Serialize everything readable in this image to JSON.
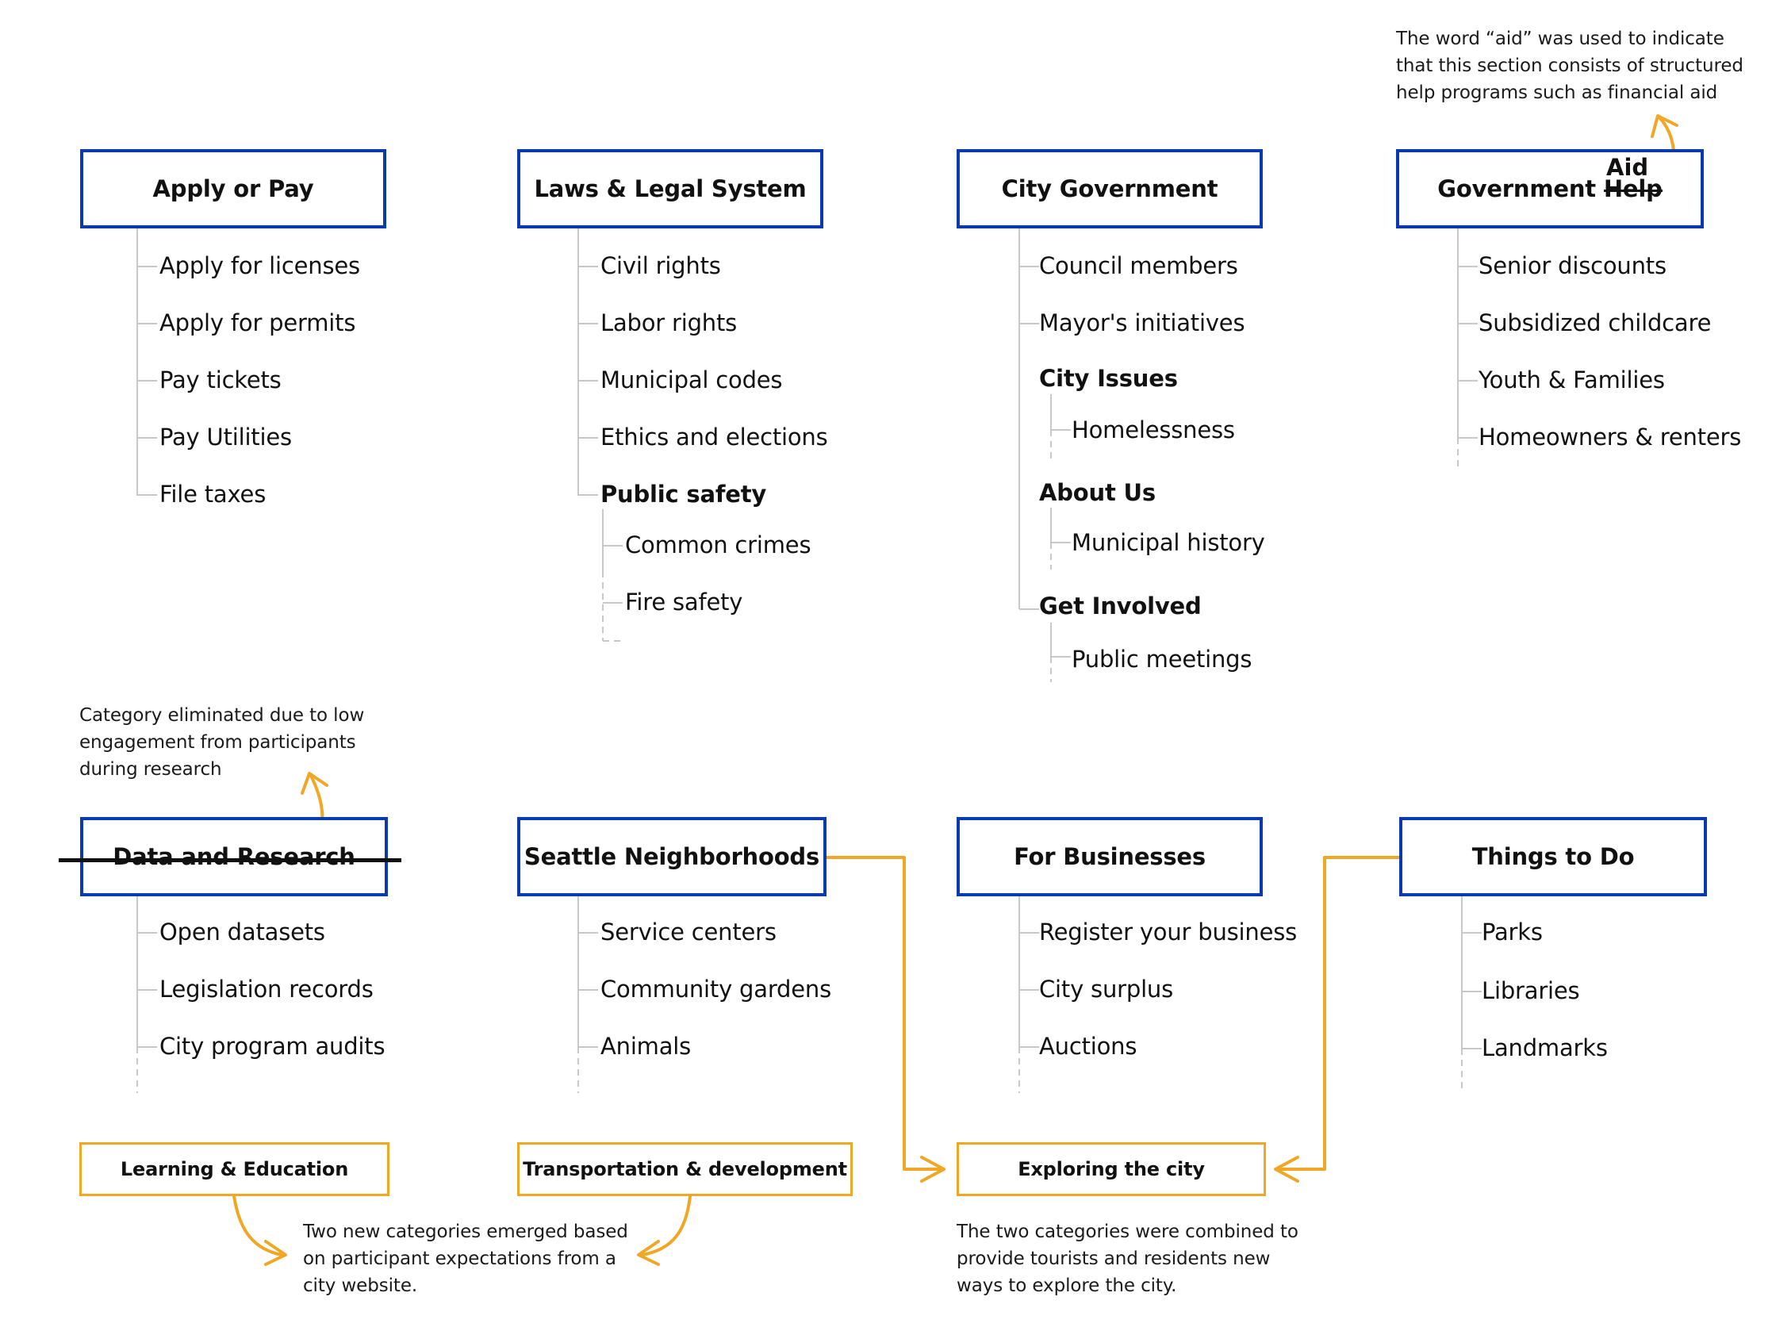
{
  "colors": {
    "category_border": "#0a3ab0",
    "annotation": "#f0a726",
    "tree_line": "#c8c8c8",
    "text": "#111111"
  },
  "categories": {
    "apply": {
      "title": "Apply or Pay",
      "items": [
        "Apply for licenses",
        "Apply for permits",
        "Pay tickets",
        "Pay Utilities",
        "File taxes"
      ]
    },
    "laws": {
      "title": "Laws & Legal System",
      "items": [
        "Civil rights",
        "Labor rights",
        "Municipal codes",
        "Ethics and elections"
      ],
      "group": "Public safety",
      "group_items": [
        "Common crimes",
        "Fire safety"
      ]
    },
    "citygov": {
      "title": "City Government",
      "items": [
        "Council members",
        "Mayor's initiatives"
      ],
      "groups": [
        {
          "title": "City Issues",
          "items": [
            "Homelessness"
          ]
        },
        {
          "title": "About Us",
          "items": [
            "Municipal history"
          ]
        },
        {
          "title": "Get Involved",
          "items": [
            "Public meetings"
          ]
        }
      ]
    },
    "govhelp": {
      "title_prefix": "Government",
      "title_old": "Help",
      "title_new": "Aid",
      "items": [
        "Senior discounts",
        "Subsidized childcare",
        "Youth & Families",
        "Homeowners & renters"
      ]
    },
    "data": {
      "title": "Data and Research",
      "items": [
        "Open datasets",
        "Legislation records",
        "City program audits"
      ]
    },
    "neighborhoods": {
      "title": "Seattle Neighborhoods",
      "items": [
        "Service centers",
        "Community gardens",
        "Animals"
      ]
    },
    "business": {
      "title": "For Businesses",
      "items": [
        "Register your business",
        "City surplus",
        "Auctions"
      ]
    },
    "things": {
      "title": "Things to Do",
      "items": [
        "Parks",
        "Libraries",
        "Landmarks"
      ]
    }
  },
  "new_categories": {
    "learning": "Learning & Education",
    "transport": "Transportation & development",
    "exploring": "Exploring the city"
  },
  "annotations": {
    "aid_note": "The word “aid” was used to indicate that this section consists of structured help programs such as financial aid",
    "eliminated_note": "Category eliminated due to low engagement from participants during research",
    "emerged_note": "Two new categories emerged based on participant expectations from a city website.",
    "combined_note": "The two categories were combined to provide tourists and residents new ways to explore the city."
  }
}
